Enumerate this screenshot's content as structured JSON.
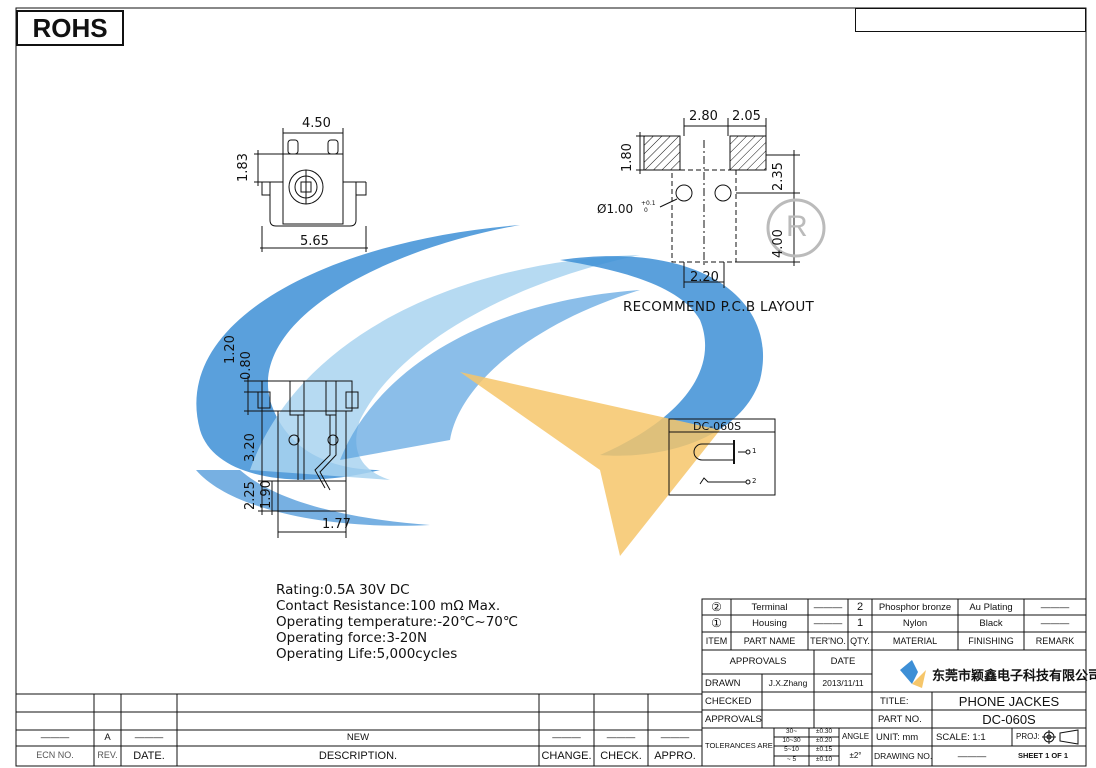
{
  "header": {
    "rohs": "ROHS"
  },
  "drawing": {
    "front_view": {
      "dim_top": "4.50",
      "dim_left": "1.83",
      "dim_bottom": "5.65"
    },
    "pcb_layout": {
      "dim_a": "2.80",
      "dim_b": "2.05",
      "dim_left": "1.80",
      "dim_right_top": "2.35",
      "dim_right_bottom": "4.00",
      "dim_bottom": "2.20",
      "hole_label": "Ø1.00",
      "hole_tol_plus": "+0.1",
      "hole_tol_minus": "0",
      "title": "RECOMMEND  P.C.B  LAYOUT",
      "reg_mark": "R"
    },
    "side_view": {
      "dim_120": "1.20",
      "dim_080": "0.80",
      "dim_320": "3.20",
      "dim_225": "2.25",
      "dim_190": "1.90",
      "dim_177": "1.77"
    },
    "schematic": {
      "title": "DC-060S",
      "pin1": "1",
      "pin2": "2"
    }
  },
  "specs": [
    "Rating:0.5A  30V  DC",
    "Contact  Resistance:100  mΩ  Max.",
    "Operating  temperature:-20℃~70℃",
    "Operating  force:3-20N",
    "Operating  Life:5,000cycles"
  ],
  "bom": {
    "rows": [
      {
        "item": "②",
        "part_name": "Terminal",
        "ter_no": "———",
        "qty": "2",
        "material": "Phosphor bronze",
        "finishing": "Au Plating",
        "remark": "———"
      },
      {
        "item": "①",
        "part_name": "Housing",
        "ter_no": "———",
        "qty": "1",
        "material": "Nylon",
        "finishing": "Black",
        "remark": "———"
      }
    ],
    "header": {
      "item": "ITEM",
      "part_name": "PART NAME",
      "ter_no": "TER'NO.",
      "qty": "QTY.",
      "material": "MATERIAL",
      "finishing": "FINISHING",
      "remark": "REMARK"
    }
  },
  "title_block": {
    "approvals": "APPROVALS",
    "date": "DATE",
    "drawn": "DRAWN",
    "drawn_by": "J.X.Zhang",
    "drawn_date": "2013/11/11",
    "checked": "CHECKED",
    "approvals2": "APPROVALS",
    "company": "东莞市颖鑫电子科技有限公司",
    "title_label": "TITLE:",
    "title": "PHONE  JACKES",
    "part_no_label": "PART  NO.",
    "part_no": "DC-060S",
    "tolerances": "TOLERANCES  ARE",
    "tol_ranges": [
      "30~",
      "10~30",
      "5~10",
      "~ 5"
    ],
    "tol_values": [
      "±0.30",
      "±0.20",
      "±0.15",
      "±0.10"
    ],
    "angle": "ANGLE",
    "angle_value": "±2°",
    "unit": "UNIT:  mm",
    "scale": "SCALE:   1:1",
    "proj": "PROJ:",
    "drawing_no": "DRAWING  NO.",
    "drawing_no_value": "———",
    "sheet": "SHEET   1  OF  1"
  },
  "revision": {
    "row": {
      "ecn": "———",
      "rev": "A",
      "date": "———",
      "description": "NEW",
      "change": "———",
      "check": "———",
      "appro": "———"
    },
    "headers": {
      "ecn": "ECN  NO.",
      "rev": "REV.",
      "date": "DATE.",
      "description": "DESCRIPTION.",
      "change": "CHANGE.",
      "check": "CHECK.",
      "appro": "APPRO."
    }
  },
  "colors": {
    "watermark_blue": "#3d8fd6",
    "watermark_light": "#a9d3f0",
    "watermark_orange": "#f6c66a",
    "line": "#111111"
  }
}
